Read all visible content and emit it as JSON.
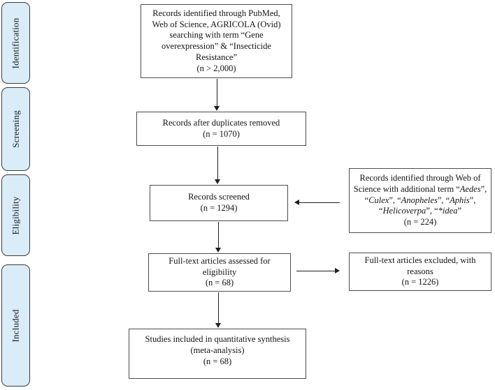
{
  "palette": {
    "background": "#ffffff",
    "box_fill": "#ffffff",
    "box_border": "#4d4d4d",
    "sidebar_fill": "#d9ecf8",
    "sidebar_border": "#3d3d3d",
    "arrow": "#1f1f1f",
    "text": "#141414"
  },
  "sidebar": {
    "stages": [
      {
        "label": "Identification"
      },
      {
        "label": "Screening"
      },
      {
        "label": "Eligibility"
      },
      {
        "label": "Included"
      }
    ]
  },
  "flow": {
    "identified": {
      "lines": [
        "Records identified through PubMed,",
        "Web of Science, AGRICOLA (Ovid)",
        "searching with term “Gene",
        "overexpression” & “Insecticide",
        "Resistance”",
        "(n > 2,000)"
      ]
    },
    "after_duplicates": {
      "lines": [
        "Records after duplicates removed",
        "(n = 1070)"
      ]
    },
    "screened": {
      "lines": [
        "Records screened",
        "(n = 1294)"
      ]
    },
    "additional_search": {
      "lines": [
        [
          {
            "t": "Records identified through Web of",
            "i": false
          }
        ],
        [
          {
            "t": "Science with additional term “",
            "i": false
          },
          {
            "t": "Aedes",
            "i": true
          },
          {
            "t": "”,",
            "i": false
          }
        ],
        [
          {
            "t": "“",
            "i": false
          },
          {
            "t": "Culex",
            "i": true
          },
          {
            "t": "”, “",
            "i": false
          },
          {
            "t": "Anopheles",
            "i": true
          },
          {
            "t": "”, “",
            "i": false
          },
          {
            "t": "Aphis",
            "i": true
          },
          {
            "t": "”,",
            "i": false
          }
        ],
        [
          {
            "t": "“",
            "i": false
          },
          {
            "t": "Helicoverpa",
            "i": true
          },
          {
            "t": "”, “",
            "i": false
          },
          {
            "t": "*idea",
            "i": true
          },
          {
            "t": "”",
            "i": false
          }
        ],
        [
          {
            "t": "(n = 224)",
            "i": false
          }
        ]
      ]
    },
    "fulltext_assessed": {
      "lines": [
        "Full-text articles assessed for",
        "eligibility",
        "(n = 68)"
      ]
    },
    "fulltext_excluded": {
      "lines": [
        "Full-text articles excluded, with",
        "reasons",
        "(n = 1226)"
      ]
    },
    "included_synthesis": {
      "lines": [
        "Studies included in quantitative synthesis",
        "(meta-analysis)",
        "(n = 68)"
      ]
    }
  }
}
